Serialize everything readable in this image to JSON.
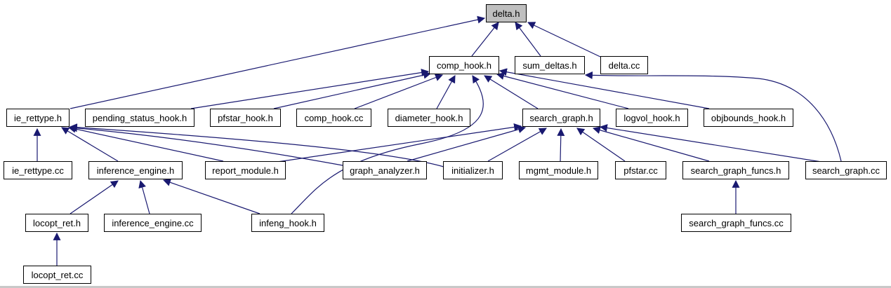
{
  "graph": {
    "title": "",
    "edge_color": "#191970",
    "root_fill": "#bfbfbf",
    "node_fill": "#ffffff",
    "nodes": {
      "delta_h": "delta.h",
      "comp_hook_h": "comp_hook.h",
      "sum_deltas_h": "sum_deltas.h",
      "delta_cc": "delta.cc",
      "ie_rettype_h": "ie_rettype.h",
      "pending_status_hook_h": "pending_status_hook.h",
      "pfstar_hook_h": "pfstar_hook.h",
      "comp_hook_cc": "comp_hook.cc",
      "diameter_hook_h": "diameter_hook.h",
      "search_graph_h": "search_graph.h",
      "logvol_hook_h": "logvol_hook.h",
      "objbounds_hook_h": "objbounds_hook.h",
      "ie_rettype_cc": "ie_rettype.cc",
      "inference_engine_h": "inference_engine.h",
      "report_module_h": "report_module.h",
      "graph_analyzer_h": "graph_analyzer.h",
      "initializer_h": "initializer.h",
      "mgmt_module_h": "mgmt_module.h",
      "pfstar_cc": "pfstar.cc",
      "search_graph_funcs_h": "search_graph_funcs.h",
      "search_graph_cc": "search_graph.cc",
      "locopt_ret_h": "locopt_ret.h",
      "inference_engine_cc": "inference_engine.cc",
      "infeng_hook_h": "infeng_hook.h",
      "search_graph_funcs_cc": "search_graph_funcs.cc",
      "locopt_ret_cc": "locopt_ret.cc"
    }
  }
}
